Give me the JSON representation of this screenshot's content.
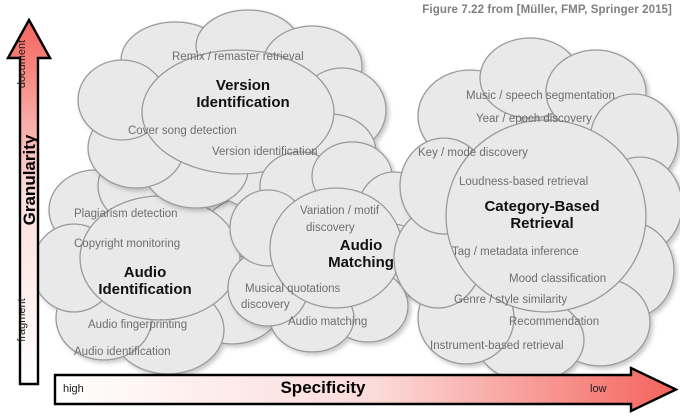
{
  "figure": {
    "caption": "Figure 7.22 from [Müller, FMP, Springer 2015]",
    "caption_color": "#7f7f7f"
  },
  "axes": {
    "y": {
      "name": "Granularity",
      "low_label": "fragment",
      "high_label": "document",
      "direction": "up",
      "gradient_from": "#ffffff",
      "gradient_to": "#f4635c"
    },
    "x": {
      "name": "Specificity",
      "low_label": "high",
      "high_label": "low",
      "direction": "right",
      "gradient_from": "#ffffff",
      "gradient_to": "#f4635c"
    }
  },
  "style": {
    "cloud_fill": "#e9e9e9",
    "cloud_stroke": "#9a9a9a",
    "item_text_color": "#6e6e6e",
    "title_text_color": "#111111",
    "background": "#ffffff"
  },
  "clouds": [
    {
      "id": "version-identification",
      "title": [
        "Version",
        "Identification"
      ],
      "items": [
        "Remix / remaster retrieval",
        "Cover song detection",
        "Version identification"
      ]
    },
    {
      "id": "category-based-retrieval",
      "title": [
        "Category-Based",
        "Retrieval"
      ],
      "items": [
        "Music / speech segmentation",
        "Year / epoch discovery",
        "Key / mode discovery",
        "Loudness-based retrieval",
        "Tag / metadata inference",
        "Mood classification",
        "Genre / style similarity",
        "Recommendation",
        "Instrument-based retrieval"
      ]
    },
    {
      "id": "audio-identification",
      "title": [
        "Audio",
        "Identification"
      ],
      "items": [
        "Plagiarism detection",
        "Copyright monitoring",
        "Audio fingerprinting",
        "Audio identification"
      ]
    },
    {
      "id": "audio-matching",
      "title": [
        "Audio",
        "Matching"
      ],
      "items": [
        "Variation / motif",
        "discovery",
        "Musical quotations",
        "discovery",
        "Audio matching"
      ]
    }
  ]
}
